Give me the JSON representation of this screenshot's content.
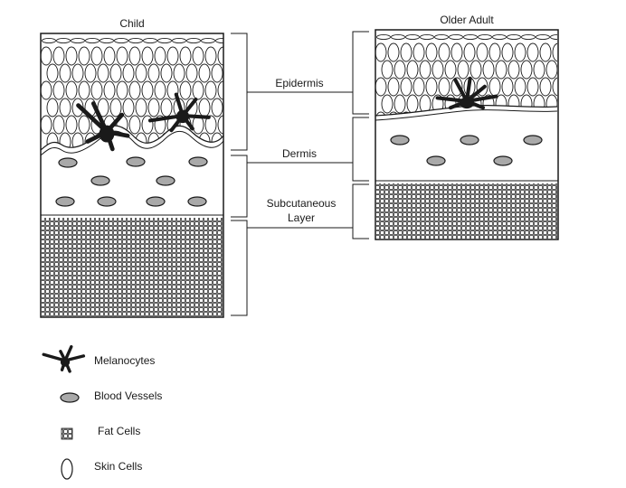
{
  "titles": {
    "child": "Child",
    "older_adult": "Older Adult"
  },
  "layers": {
    "epidermis": "Epidermis",
    "dermis": "Dermis",
    "subcutaneous_line1": "Subcutaneous",
    "subcutaneous_line2": "Layer"
  },
  "legend": {
    "melanocytes": "Melanocytes",
    "blood_vessels": "Blood Vessels",
    "fat_cells": "Fat Cells",
    "skin_cells": "Skin Cells"
  },
  "colors": {
    "ink": "#1a1a1a",
    "blood_vessel_fill": "#a9a9a9",
    "background": "#ffffff"
  }
}
